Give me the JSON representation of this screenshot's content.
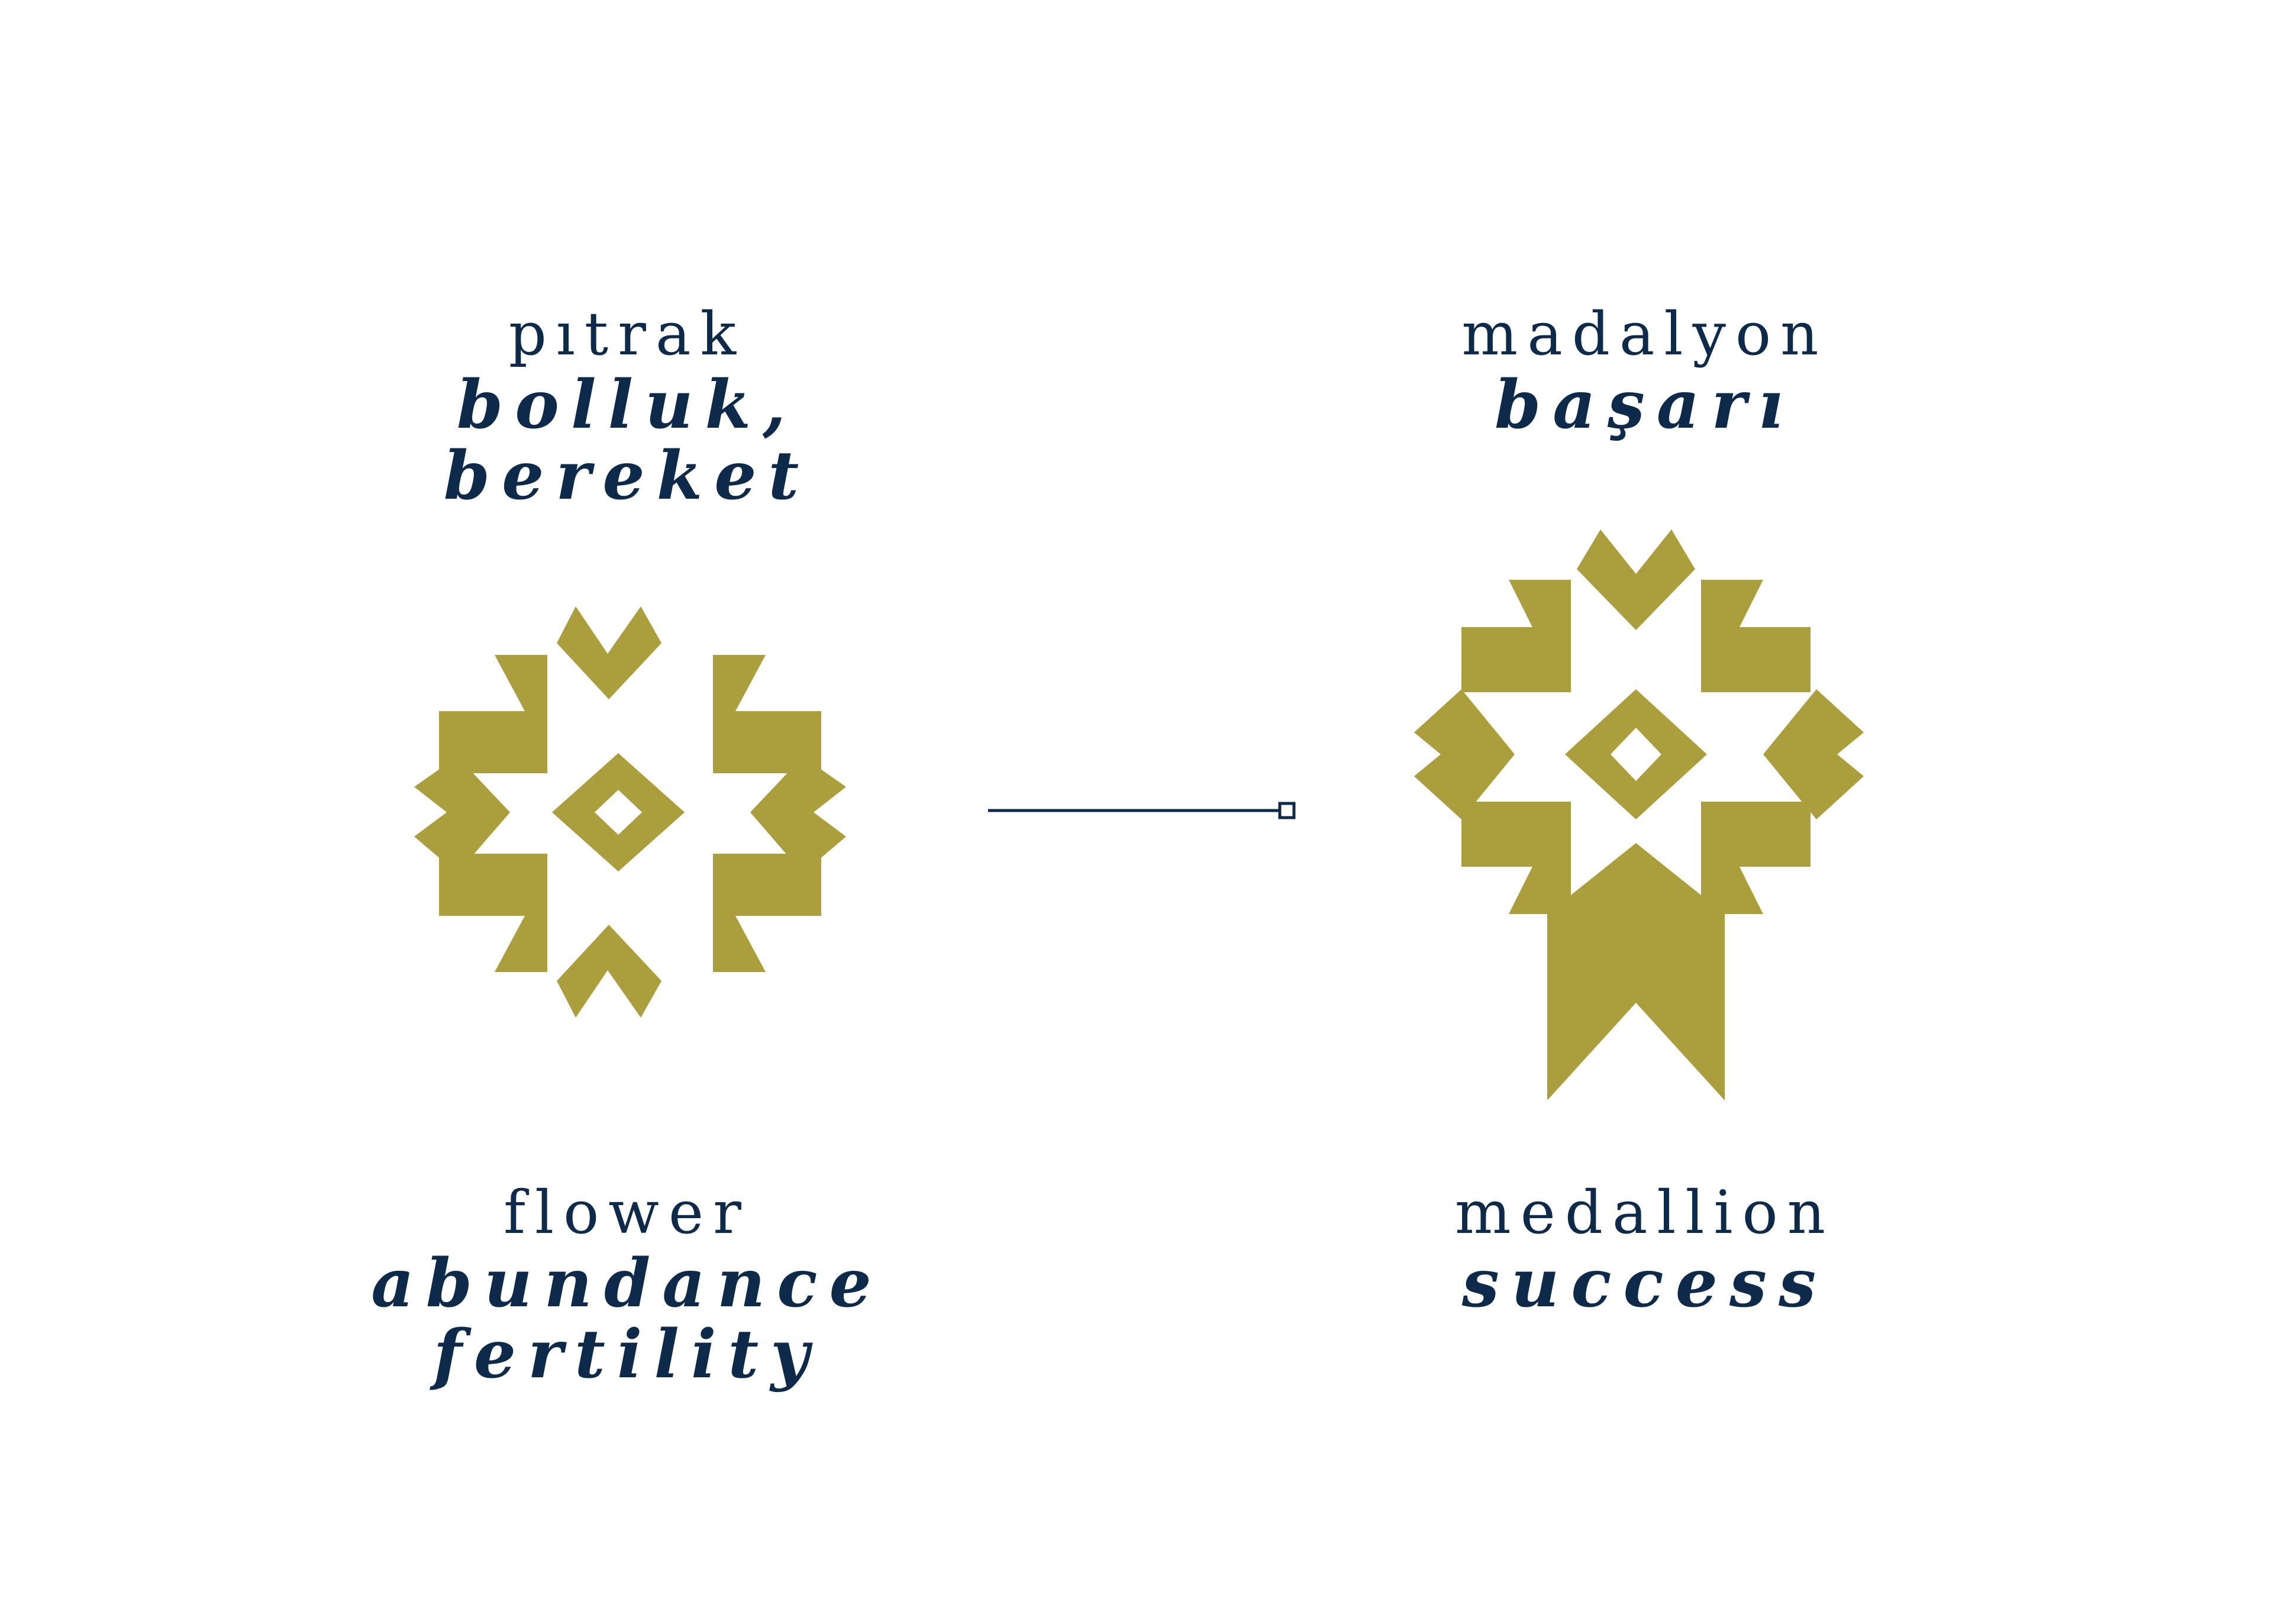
{
  "colors": {
    "text": "#0e2a4a",
    "motif": "#ab9e3c",
    "background": "#ffffff"
  },
  "left": {
    "turkish_name": "pıtrak",
    "turkish_meaning": "bolluk, bereket",
    "english_name": "flower",
    "english_meaning_line1": "abundance",
    "english_meaning_line2": "fertility"
  },
  "right": {
    "turkish_name": "madalyon",
    "turkish_meaning": "başarı",
    "english_name": "medallion",
    "english_meaning_line1": "success"
  }
}
